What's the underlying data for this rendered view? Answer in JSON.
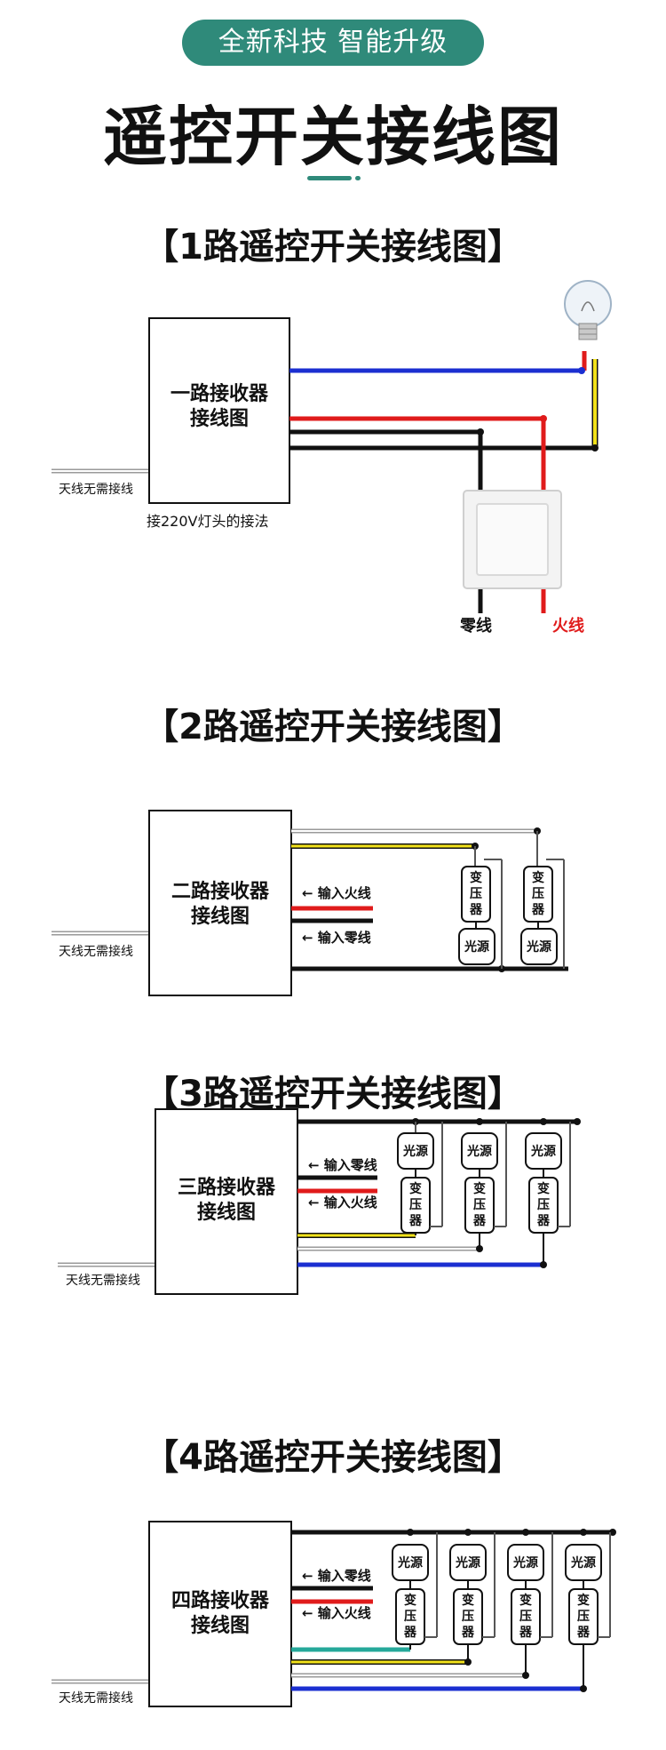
{
  "header": {
    "badge": "全新科技 智能升级",
    "title": "遥控开关接线图"
  },
  "sections": [
    {
      "title": "【1路遥控开关接线图】",
      "receiver_line1": "一路接收器",
      "receiver_line2": "接线图",
      "antenna": "天线无需接线",
      "note": "接220V灯头的接法",
      "neutral": "零线",
      "live": "火线"
    },
    {
      "title": "【2路遥控开关接线图】",
      "receiver_line1": "二路接收器",
      "receiver_line2": "接线图",
      "antenna": "天线无需接线",
      "input_live": "← 输入火线",
      "input_neutral": "← 输入零线",
      "transformer": [
        "变",
        "压",
        "器"
      ],
      "light": "光源"
    },
    {
      "title": "【3路遥控开关接线图】",
      "receiver_line1": "三路接收器",
      "receiver_line2": "接线图",
      "antenna": "天线无需接线",
      "input_neutral": "← 输入零线",
      "input_live": "← 输入火线",
      "transformer": [
        "变",
        "压",
        "器"
      ],
      "light": "光源"
    },
    {
      "title": "【4路遥控开关接线图】",
      "receiver_line1": "四路接收器",
      "receiver_line2": "接线图",
      "antenna": "天线无需接线",
      "input_neutral": "← 输入零线",
      "input_live": "← 输入火线",
      "transformer": [
        "变",
        "压",
        "器"
      ],
      "light": "光源"
    }
  ],
  "colors": {
    "accent": "#2f8a7a",
    "blue": "#1b2fd1",
    "red": "#e01b1b",
    "black": "#111111",
    "yellow": "#f2e21a",
    "teal": "#25a89a",
    "grey": "#9a9a9a"
  }
}
